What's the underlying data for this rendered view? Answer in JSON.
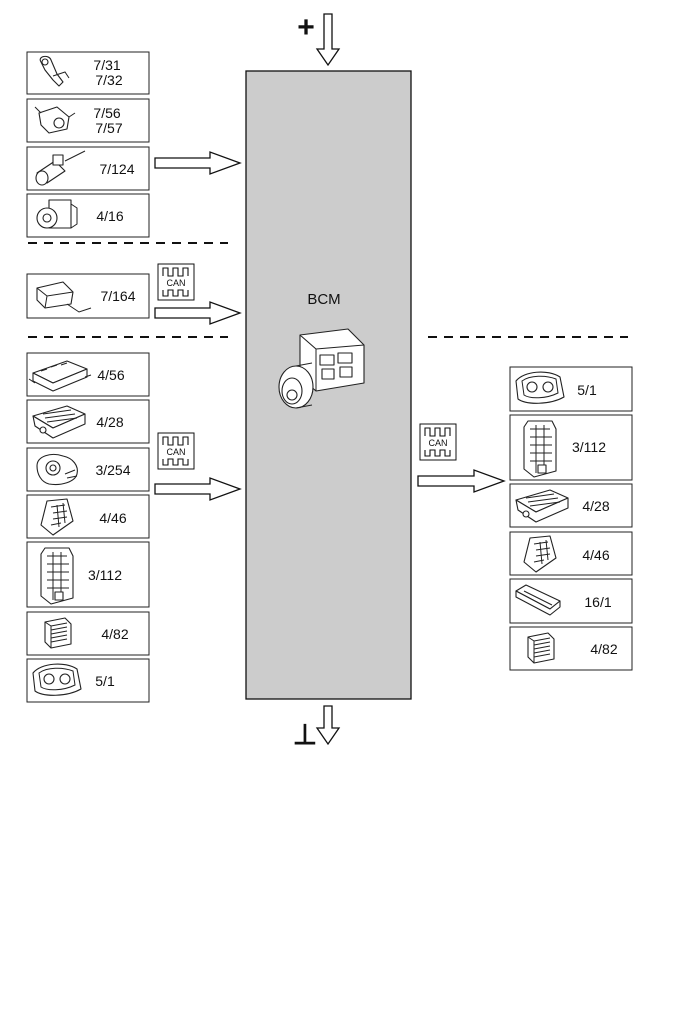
{
  "supply": {
    "plus_symbol": "+",
    "ground_symbol": "⊥"
  },
  "central": {
    "label": "BCM",
    "fill": "#cccccc"
  },
  "can_label": "CAN",
  "left_groups": [
    {
      "items": [
        {
          "label": "7/31\n7/32"
        },
        {
          "label": "7/56\n7/57"
        },
        {
          "label": "7/124"
        },
        {
          "label": "4/16"
        }
      ]
    },
    {
      "items": [
        {
          "label": "7/164"
        }
      ]
    },
    {
      "items": [
        {
          "label": "4/56"
        },
        {
          "label": "4/28"
        },
        {
          "label": "3/254"
        },
        {
          "label": "4/46"
        },
        {
          "label": "3/112"
        },
        {
          "label": "4/82"
        },
        {
          "label": "5/1"
        }
      ]
    }
  ],
  "right_group": {
    "items": [
      {
        "label": "5/1"
      },
      {
        "label": "3/112"
      },
      {
        "label": "4/28"
      },
      {
        "label": "4/46"
      },
      {
        "label": "16/1"
      },
      {
        "label": "4/82"
      }
    ]
  }
}
